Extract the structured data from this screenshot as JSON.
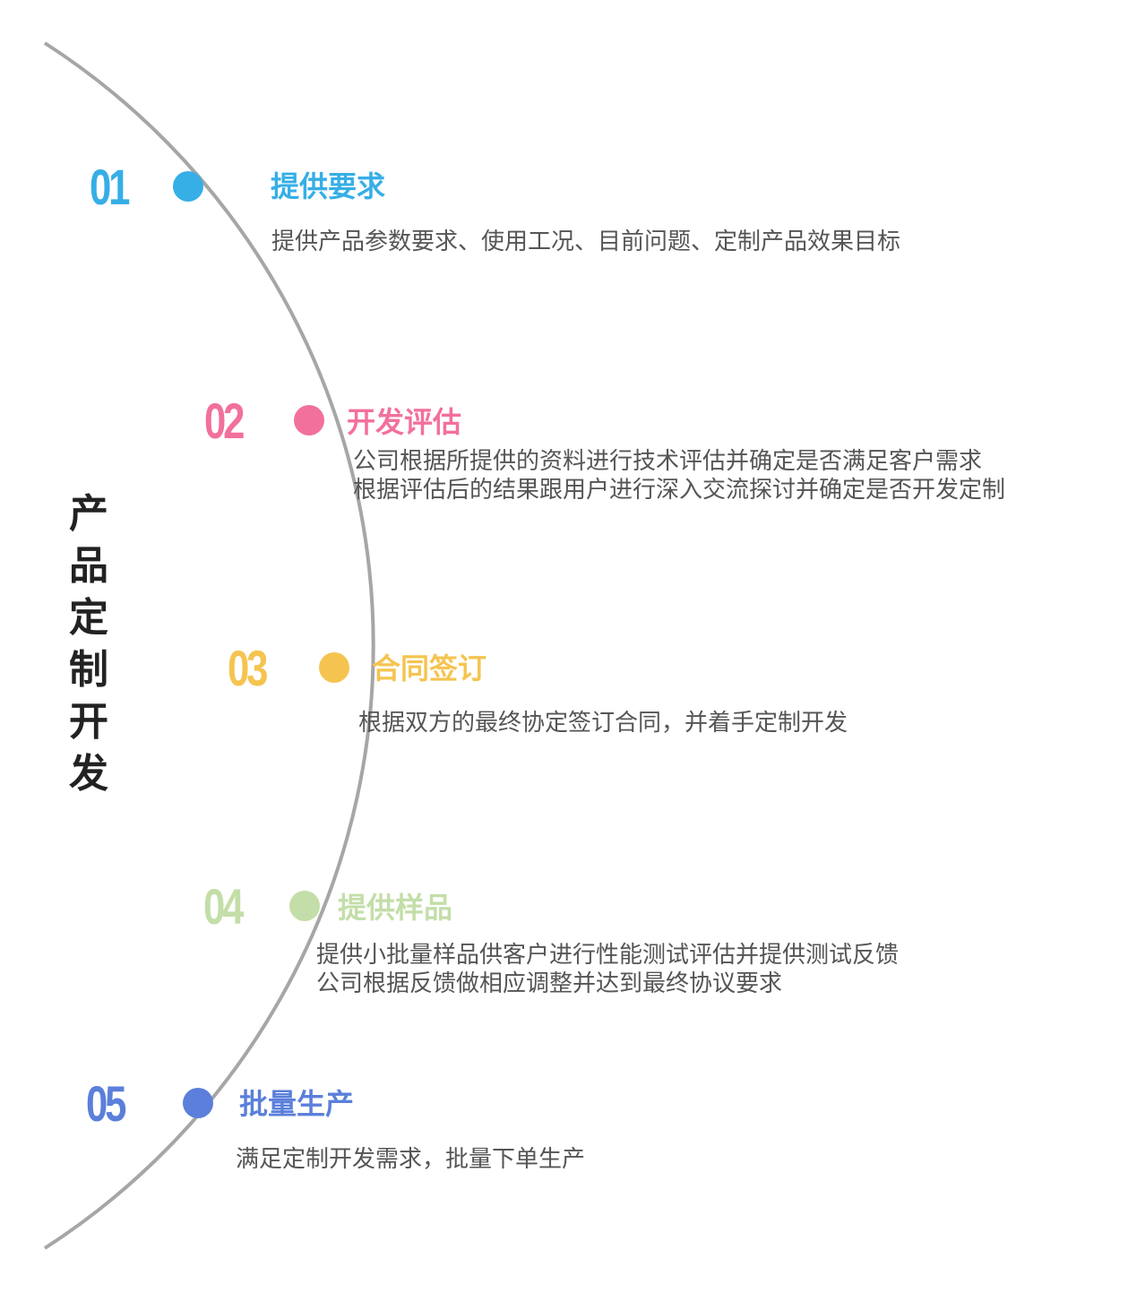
{
  "title": "产品定制开发",
  "title_chars": [
    "产",
    "品",
    "定",
    "制",
    "开",
    "发"
  ],
  "colors": {
    "arc": "#a6a6a6",
    "text": "#555555",
    "title": "#222222"
  },
  "steps": [
    {
      "number": "01",
      "heading": "提供要求",
      "color": "#36aee6",
      "lines": [
        "提供产品参数要求、使用工况、目前问题、定制产品效果目标"
      ]
    },
    {
      "number": "02",
      "heading": "开发评估",
      "color": "#f2709c",
      "lines": [
        "公司根据所提供的资料进行技术评估并确定是否满足客户需求",
        "根据评估后的结果跟用户进行深入交流探讨并确定是否开发定制"
      ]
    },
    {
      "number": "03",
      "heading": "合同签订",
      "color": "#f5c450",
      "lines": [
        "根据双方的最终协定签订合同，并着手定制开发"
      ]
    },
    {
      "number": "04",
      "heading": "提供样品",
      "color": "#c3dea8",
      "lines": [
        "提供小批量样品供客户进行性能测试评估并提供测试反馈",
        "公司根据反馈做相应调整并达到最终协议要求"
      ]
    },
    {
      "number": "05",
      "heading": "批量生产",
      "color": "#5b7fda",
      "lines": [
        "满足定制开发需求，批量下单生产"
      ]
    }
  ]
}
